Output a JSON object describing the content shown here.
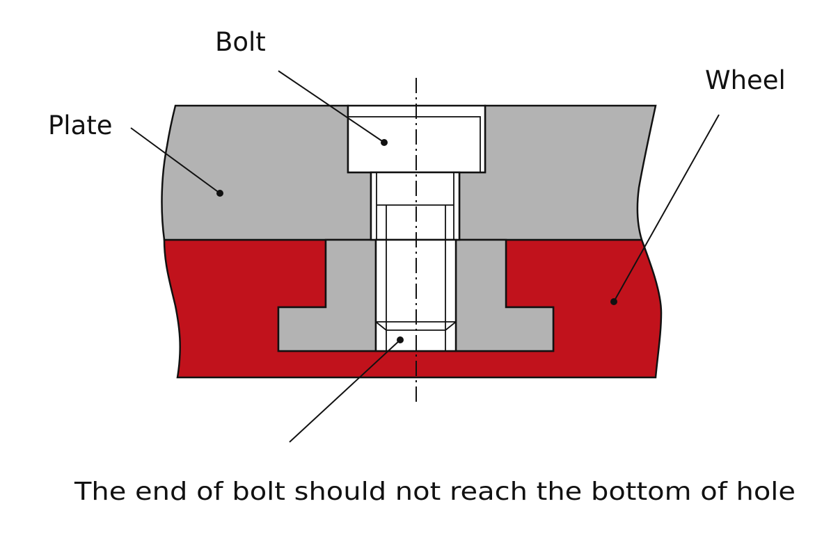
{
  "labels": {
    "bolt": "Bolt",
    "plate": "Plate",
    "wheel": "Wheel"
  },
  "caption": "The end of bolt should not reach the bottom of hole",
  "colors": {
    "plate": "#b3b3b3",
    "wheel": "#c1121c",
    "bolt": "#ffffff",
    "line": "#111111"
  }
}
